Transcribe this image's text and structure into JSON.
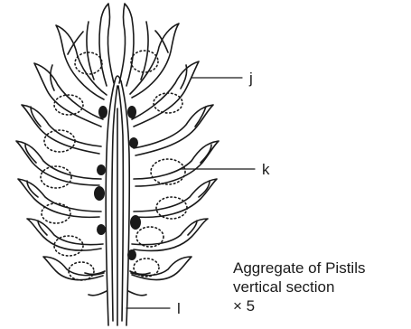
{
  "labels": {
    "j": "j",
    "k": "k",
    "l": "l"
  },
  "caption": {
    "line1": "Aggregate of Pistils",
    "line2": "vertical section",
    "line3": "× 5"
  },
  "colors": {
    "ink": "#1a1a1a",
    "background": "#ffffff"
  }
}
